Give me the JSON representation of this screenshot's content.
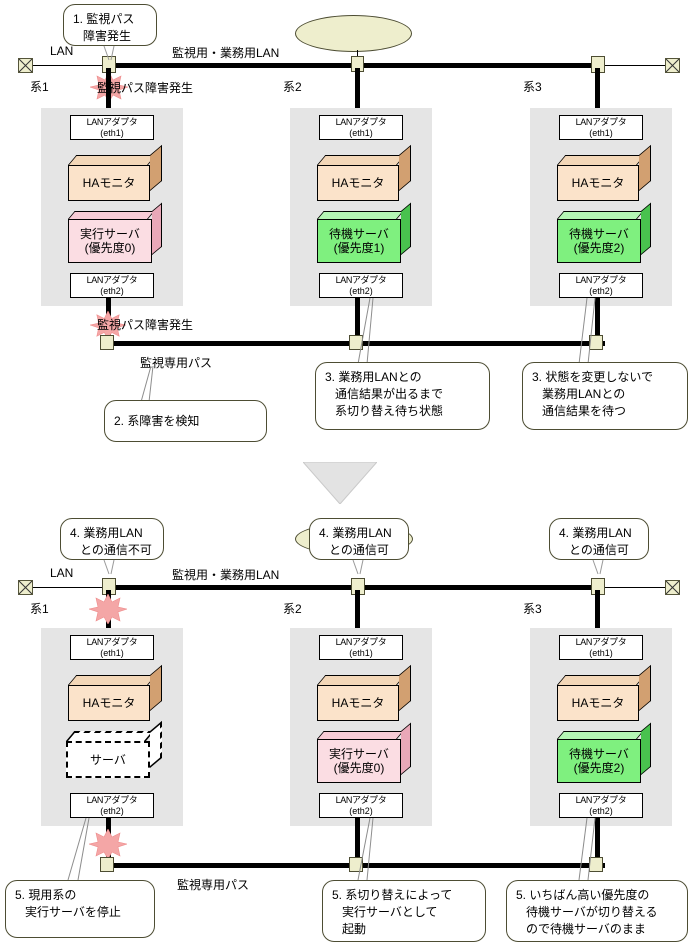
{
  "diagram": {
    "title": "HA monitor system switchover on monitoring path failure",
    "colors": {
      "bus": "#000000",
      "panel": "#e5e5e5",
      "cloud_fill": "#eeeecd",
      "tap_fill": "#eeeecd",
      "ha_front": "#fbe3ca",
      "ha_top": "#f3d7b8",
      "ha_side": "#d2a071",
      "active_front": "#fbdde3",
      "active_top": "#f7ccd6",
      "active_side": "#e9a8b8",
      "standby_front": "#7ff07f",
      "standby_top": "#b4f5b4",
      "standby_side": "#49c24e",
      "burst": "#f4a6a6",
      "arrow": "#e3e3e3"
    },
    "common_labels": {
      "lan": "LAN",
      "shared_lan": "監視用・業務用LAN",
      "monitor_path": "監視専用パス",
      "adapter_name": "LANアダプタ",
      "eth1": "(eth1)",
      "eth2": "(eth2)",
      "ha_monitor": "HAモニタ",
      "system1": "系1",
      "system2": "系2",
      "system3": "系3"
    },
    "top_scene": {
      "name": "before-switchover",
      "callout_1": "1. 監視パス\n   障害発生",
      "burst_label_lan": "監視パス障害発生",
      "burst_label_monitor": "監視パス障害発生",
      "monitor_path_label": "監視専用パス",
      "callout_2": "2. 系障害を検知",
      "callout_3_sys2": "3. 業務用LANとの\n   通信結果が出るまで\n   系切り替え待ち状態",
      "callout_3_sys3": "3. 状態を変更しないで\n   業務用LANとの\n   通信結果を待つ",
      "systems": [
        {
          "name": "系1",
          "adapter_top": "LANアダプタ",
          "adapter_top_sub": "(eth1)",
          "ha": "HAモニタ",
          "server_line1": "実行サーバ",
          "server_line2": "(優先度0)",
          "server_kind": "active",
          "adapter_bottom": "LANアダプタ",
          "adapter_bottom_sub": "(eth2)"
        },
        {
          "name": "系2",
          "adapter_top": "LANアダプタ",
          "adapter_top_sub": "(eth1)",
          "ha": "HAモニタ",
          "server_line1": "待機サーバ",
          "server_line2": "(優先度1)",
          "server_kind": "standby",
          "adapter_bottom": "LANアダプタ",
          "adapter_bottom_sub": "(eth2)"
        },
        {
          "name": "系3",
          "adapter_top": "LANアダプタ",
          "adapter_top_sub": "(eth1)",
          "ha": "HAモニタ",
          "server_line1": "待機サーバ",
          "server_line2": "(優先度2)",
          "server_kind": "standby",
          "adapter_bottom": "LANアダプタ",
          "adapter_bottom_sub": "(eth2)"
        }
      ]
    },
    "bottom_scene": {
      "name": "after-switchover",
      "callout_4_sys1": "4. 業務用LAN\n   との通信不可",
      "callout_4_sys2": "4. 業務用LAN\n   との通信可",
      "callout_4_sys3": "4. 業務用LAN\n   との通信可",
      "monitor_path_label": "監視専用パス",
      "callout_5_sys1": "5. 現用系の\n   実行サーバを停止",
      "callout_5_sys2": "5. 系切り替えによって\n   実行サーバとして\n   起動",
      "callout_5_sys3": "5. いちばん高い優先度の\n   待機サーバが切り替える\n   ので待機サーバのまま",
      "systems": [
        {
          "name": "系1",
          "adapter_top": "LANアダプタ",
          "adapter_top_sub": "(eth1)",
          "ha": "HAモニタ",
          "server_line1": "サーバ",
          "server_line2": "",
          "server_kind": "stopped",
          "adapter_bottom": "LANアダプタ",
          "adapter_bottom_sub": "(eth2)"
        },
        {
          "name": "系2",
          "adapter_top": "LANアダプタ",
          "adapter_top_sub": "(eth1)",
          "ha": "HAモニタ",
          "server_line1": "実行サーバ",
          "server_line2": "(優先度0)",
          "server_kind": "active",
          "adapter_bottom": "LANアダプタ",
          "adapter_bottom_sub": "(eth2)"
        },
        {
          "name": "系3",
          "adapter_top": "LANアダプタ",
          "adapter_top_sub": "(eth1)",
          "ha": "HAモニタ",
          "server_line1": "待機サーバ",
          "server_line2": "(優先度2)",
          "server_kind": "standby",
          "adapter_bottom": "LANアダプタ",
          "adapter_bottom_sub": "(eth2)"
        }
      ]
    }
  }
}
